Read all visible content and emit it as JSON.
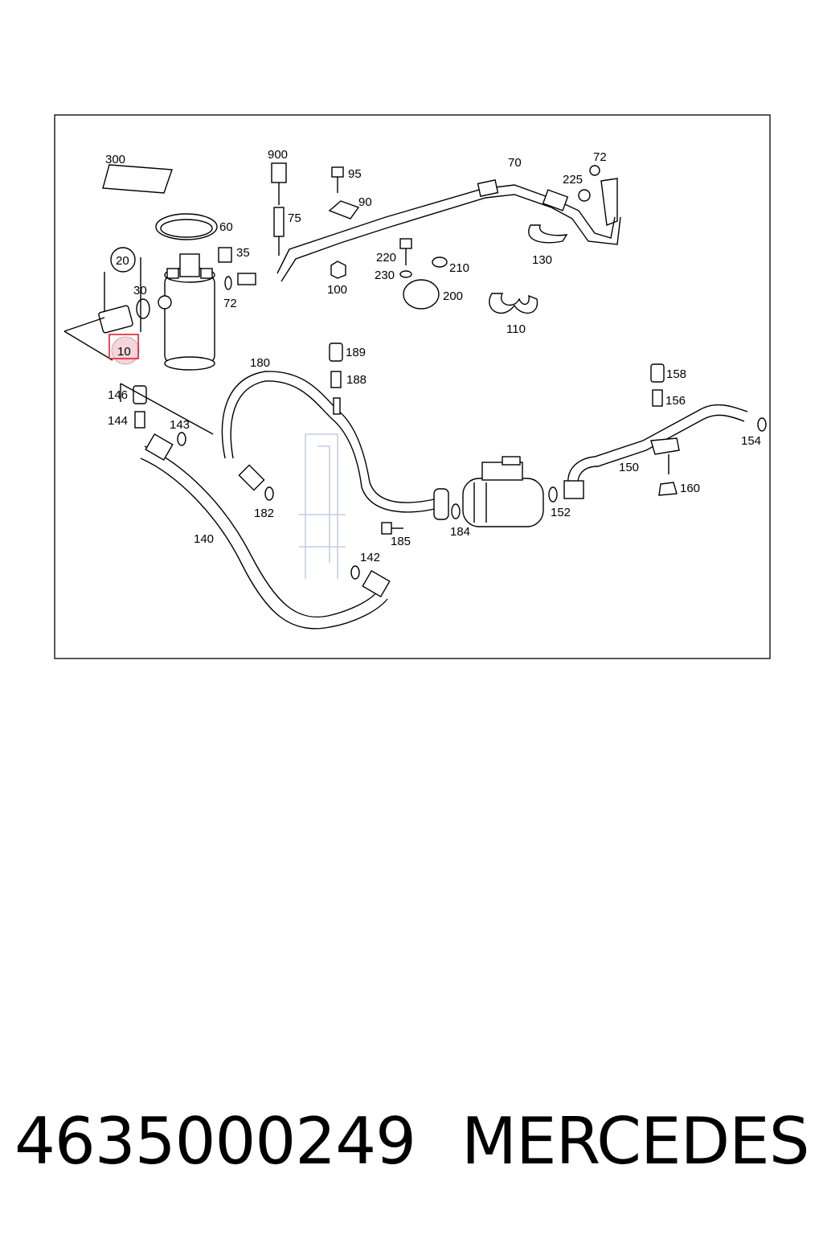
{
  "footer": {
    "part_number": "4635000249",
    "brand": "MERCEDES"
  },
  "highlight_color": "#e0202a",
  "callouts": [
    {
      "id": "c300",
      "text": "300"
    },
    {
      "id": "c900",
      "text": "900"
    },
    {
      "id": "c95",
      "text": "95"
    },
    {
      "id": "c70",
      "text": "70"
    },
    {
      "id": "c72a",
      "text": "72"
    },
    {
      "id": "c225",
      "text": "225"
    },
    {
      "id": "c75",
      "text": "75"
    },
    {
      "id": "c90",
      "text": "90"
    },
    {
      "id": "c60",
      "text": "60"
    },
    {
      "id": "c35",
      "text": "35"
    },
    {
      "id": "c20",
      "text": "20"
    },
    {
      "id": "c30",
      "text": "30"
    },
    {
      "id": "c72b",
      "text": "72"
    },
    {
      "id": "c220",
      "text": "220"
    },
    {
      "id": "c230",
      "text": "230"
    },
    {
      "id": "c210",
      "text": "210"
    },
    {
      "id": "c100",
      "text": "100"
    },
    {
      "id": "c200",
      "text": "200"
    },
    {
      "id": "c130",
      "text": "130"
    },
    {
      "id": "c110",
      "text": "110"
    },
    {
      "id": "c10",
      "text": "10"
    },
    {
      "id": "c189",
      "text": "189"
    },
    {
      "id": "c180",
      "text": "180"
    },
    {
      "id": "c188",
      "text": "188"
    },
    {
      "id": "c158",
      "text": "158"
    },
    {
      "id": "c156",
      "text": "156"
    },
    {
      "id": "c146",
      "text": "146"
    },
    {
      "id": "c144",
      "text": "144"
    },
    {
      "id": "c143",
      "text": "143"
    },
    {
      "id": "c154",
      "text": "154"
    },
    {
      "id": "c150",
      "text": "150"
    },
    {
      "id": "c160",
      "text": "160"
    },
    {
      "id": "c182",
      "text": "182"
    },
    {
      "id": "c152",
      "text": "152"
    },
    {
      "id": "c184",
      "text": "184"
    },
    {
      "id": "c185",
      "text": "185"
    },
    {
      "id": "c140",
      "text": "140"
    },
    {
      "id": "c142",
      "text": "142"
    }
  ]
}
